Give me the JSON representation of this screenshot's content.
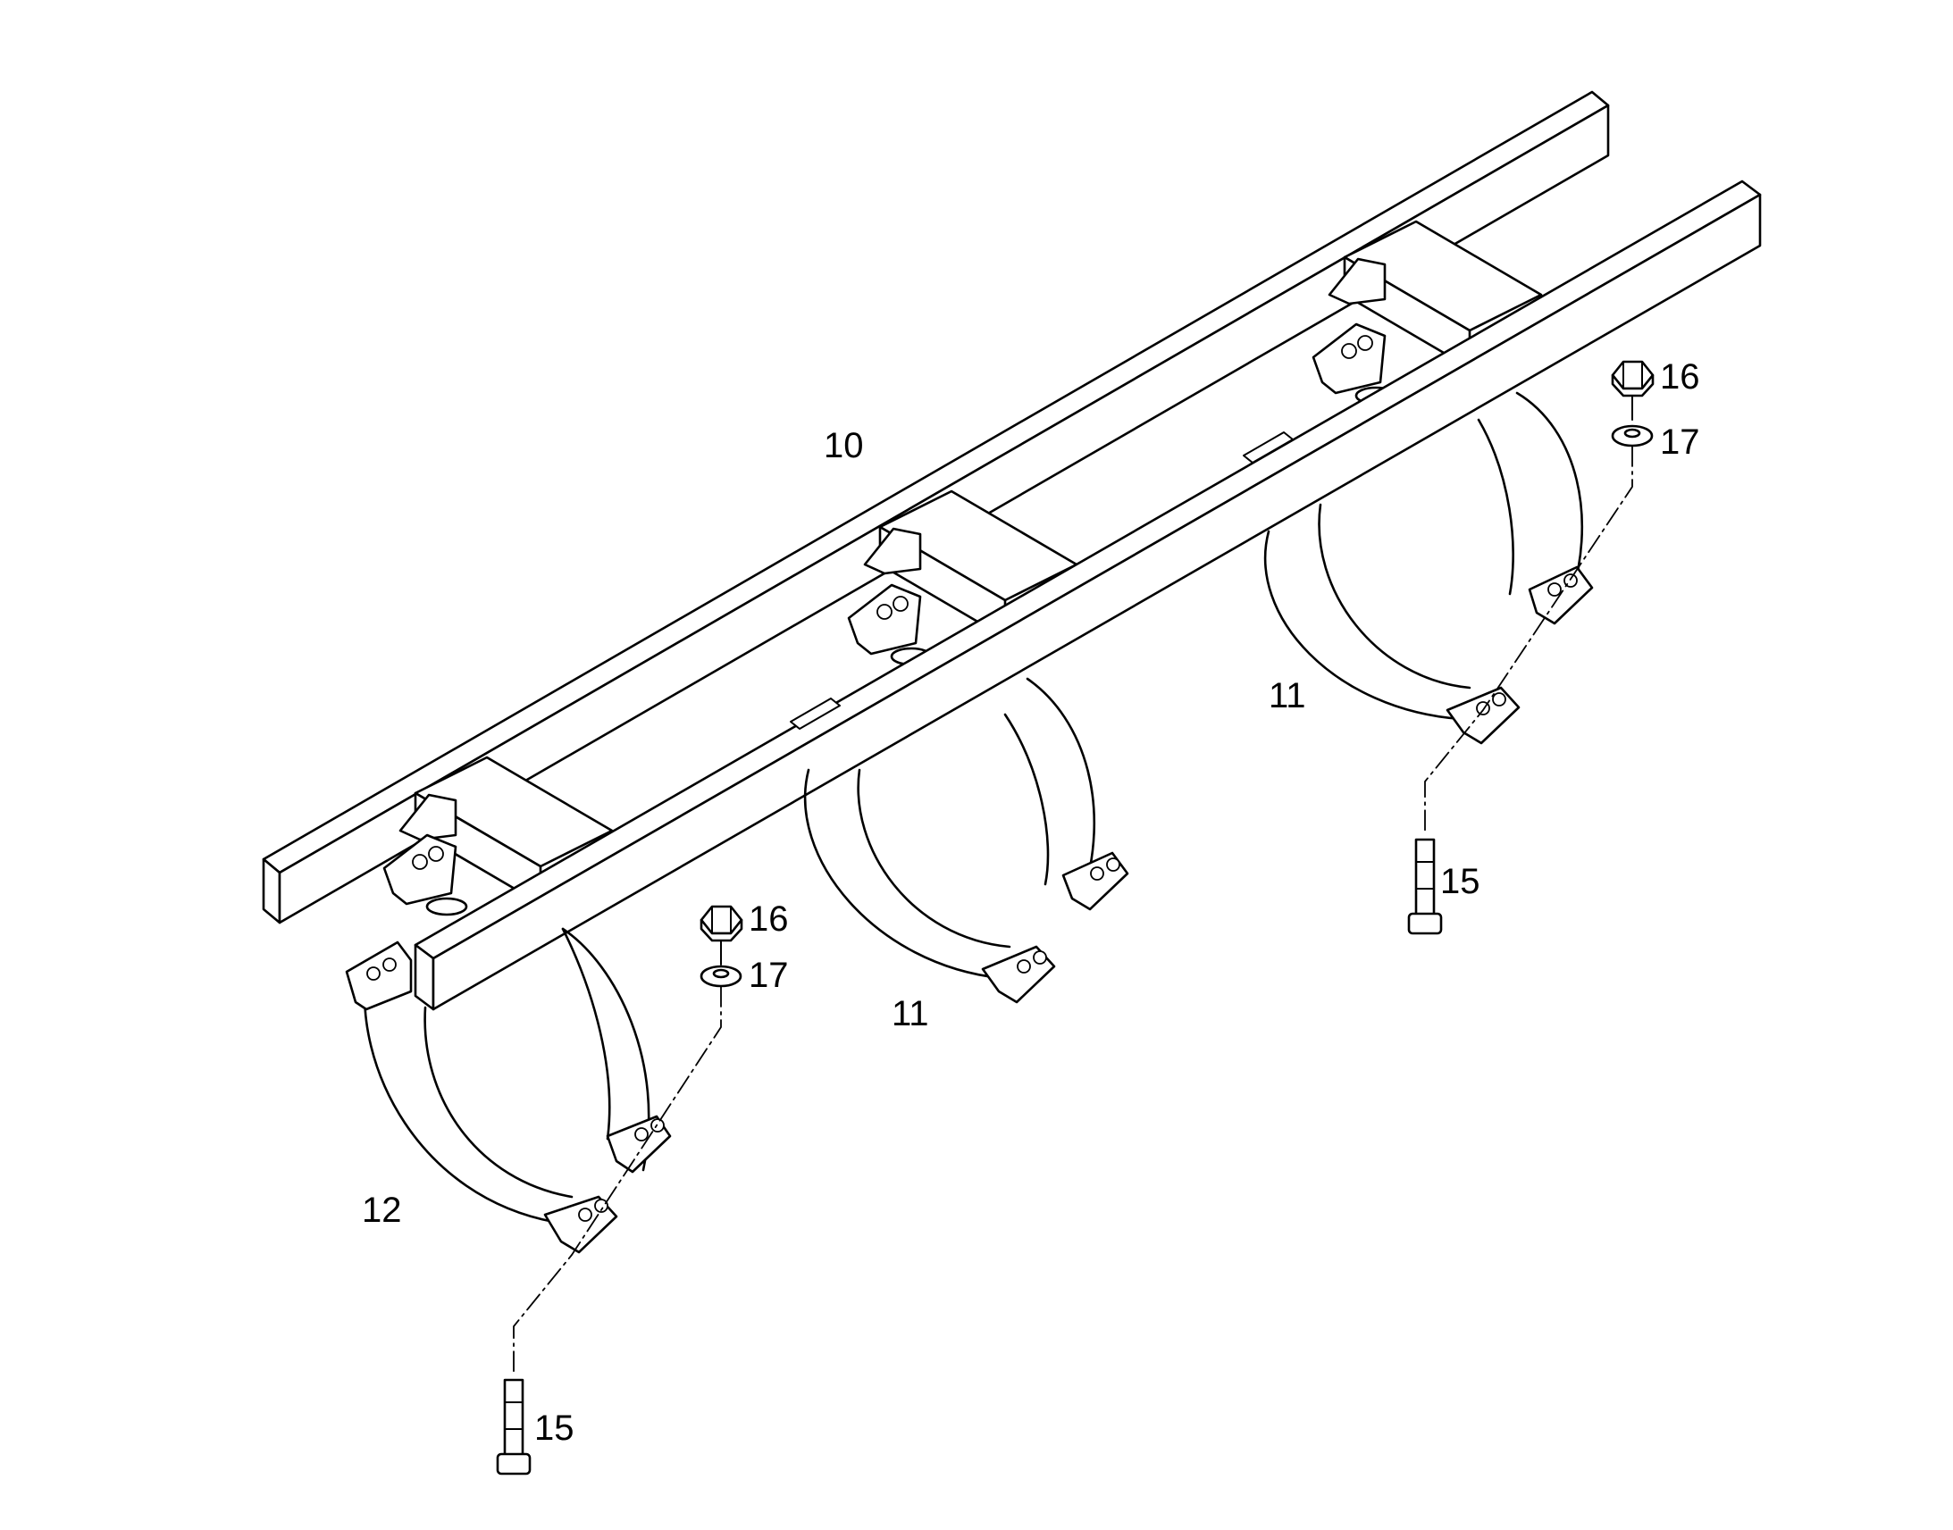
{
  "callouts": {
    "frame": "10",
    "bracket_middle": "11",
    "bracket_right": "11",
    "bracket_left": "12",
    "bolt_left": "15",
    "bolt_right": "15",
    "nut_left": "16",
    "nut_right": "16",
    "washer_left": "17",
    "washer_right": "17"
  },
  "colors": {
    "line": "#000000",
    "background": "#ffffff"
  }
}
